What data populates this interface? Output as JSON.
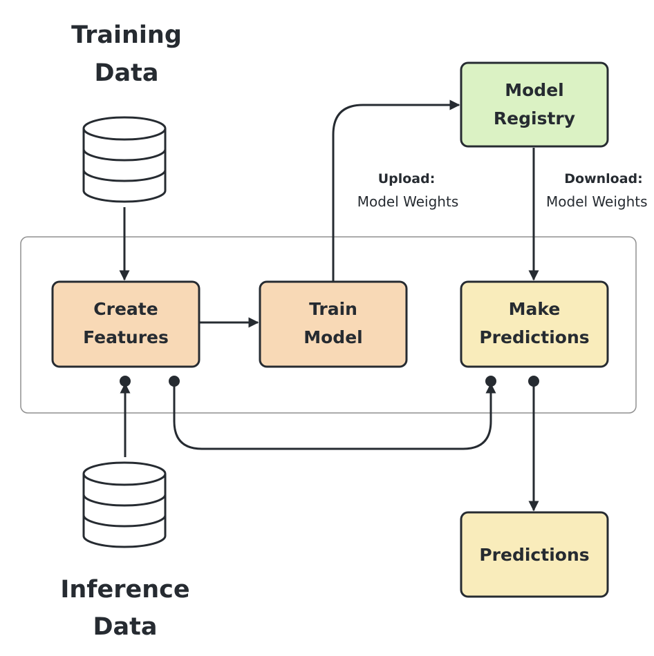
{
  "sources": {
    "training": {
      "line1": "Training",
      "line2": "Data"
    },
    "inference": {
      "line1": "Inference",
      "line2": "Data"
    }
  },
  "nodes": {
    "create_features": {
      "line1": "Create",
      "line2": "Features"
    },
    "train_model": {
      "line1": "Train",
      "line2": "Model"
    },
    "make_predictions": {
      "line1": "Make",
      "line2": "Predictions"
    },
    "model_registry": {
      "line1": "Model",
      "line2": "Registry"
    },
    "predictions": {
      "line1": "Predictions"
    }
  },
  "edges": {
    "upload": {
      "title": "Upload:",
      "text": "Model Weights"
    },
    "download": {
      "title": "Download:",
      "text": "Model Weights"
    }
  },
  "colors": {
    "ink": "#262b31",
    "orange_fill": "#f8d9b6",
    "yellow_fill": "#f9ecbb",
    "green_fill": "#dbf2c4",
    "pipeline_border": "#8f8f8f"
  }
}
